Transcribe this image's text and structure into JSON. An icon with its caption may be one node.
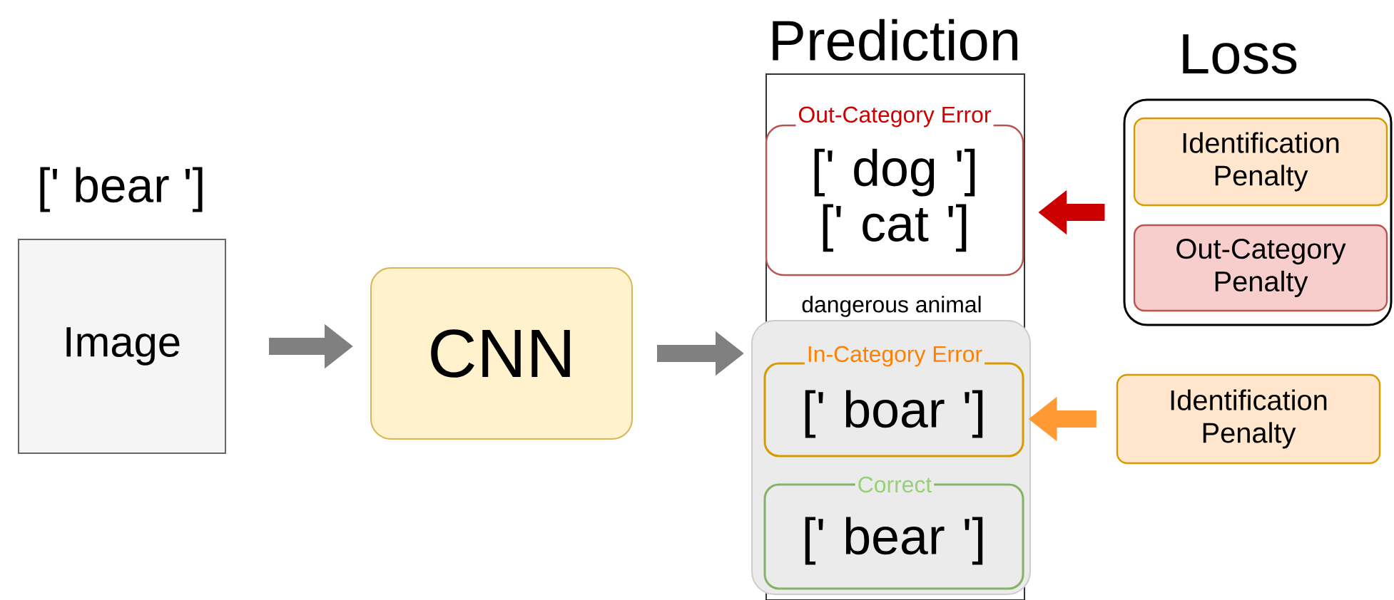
{
  "diagram": {
    "nodes": [
      {
        "text": [
          "Image"
        ],
        "beside": [
          "[' bear ']"
        ]
      },
      {
        "text": [
          "CNN"
        ]
      },
      {
        "text": [
          "Prediction"
        ]
      },
      {
        "text": [
          "Out-Category Error",
          "[' dog ']",
          "[' cat ']"
        ],
        "in": 2
      },
      {
        "text": [
          "dangerous animal"
        ],
        "in": 2
      },
      {
        "text": [
          "In-Category Error",
          "[' boar ']"
        ],
        "in": 4
      },
      {
        "text": [
          "Correct",
          "[' bear ']"
        ],
        "in": 4
      },
      {
        "text": [
          "Loss"
        ]
      },
      {
        "text": [
          "Identification Penalty"
        ],
        "in": 7
      },
      {
        "text": [
          "Out-Category Penalty"
        ],
        "in": 7
      },
      {
        "text": [
          "Identification Penalty"
        ]
      }
    ],
    "edges": [
      {
        "from": 0,
        "to": 1,
        "arrow": "to"
      },
      {
        "from": 1,
        "to": 4,
        "arrow": "to"
      },
      {
        "from": 7,
        "to": 3,
        "arrow": "to",
        "color": "#cc0000"
      },
      {
        "from": 10,
        "to": 5,
        "arrow": "to",
        "color": "#ff9933"
      }
    ]
  }
}
